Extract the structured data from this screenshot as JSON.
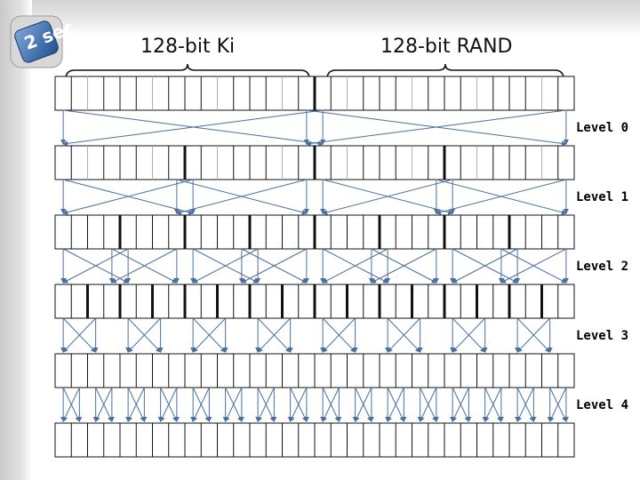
{
  "slide": {
    "logo_text": "2 sec",
    "key_label": "128-bit Ki",
    "rand_label": "128-bit RAND"
  },
  "levels": [
    {
      "label": "Level 0"
    },
    {
      "label": "Level 1"
    },
    {
      "label": "Level 2"
    },
    {
      "label": "Level 3"
    },
    {
      "label": "Level 4"
    }
  ],
  "colors": {
    "arrow": "#4a6fa0",
    "cell_line": "#111111",
    "accent_gray": "#b0b0b0"
  }
}
